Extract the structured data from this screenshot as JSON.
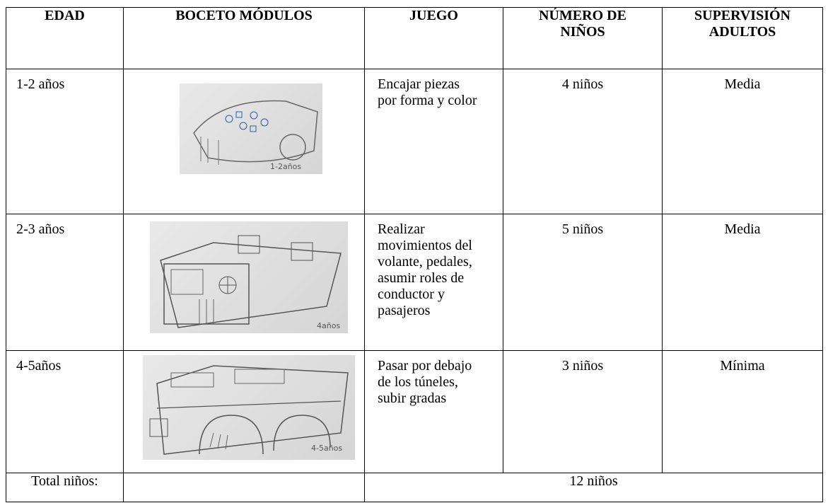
{
  "headers": {
    "edad": "EDAD",
    "boceto": "BOCETO MÓDULOS",
    "juego": "JUEGO",
    "numero_line1": "NÚMERO DE",
    "numero_line2": "NIÑOS",
    "supervision_line1": "SUPERVISIÓN",
    "supervision_line2": "ADULTOS"
  },
  "rows": [
    {
      "edad": "1-2 años",
      "sketch_label": "1-2años",
      "juego_lines": [
        "Encajar piezas",
        "por forma y color"
      ],
      "numero": "4 niños",
      "supervision": "Media"
    },
    {
      "edad": "2-3 años",
      "sketch_label": "4años",
      "juego_lines": [
        "Realizar",
        "movimientos del",
        "volante, pedales,",
        "asumir roles de",
        "conductor y",
        "pasajeros"
      ],
      "numero": "5 niños",
      "supervision": "Media"
    },
    {
      "edad": "4-5años",
      "sketch_label": "4-5años",
      "juego_lines": [
        "Pasar por debajo",
        "de los túneles,",
        "subir gradas"
      ],
      "numero": "3 niños",
      "supervision": "Mínima"
    }
  ],
  "total": {
    "label": "Total niños:",
    "value": "12 niños"
  }
}
